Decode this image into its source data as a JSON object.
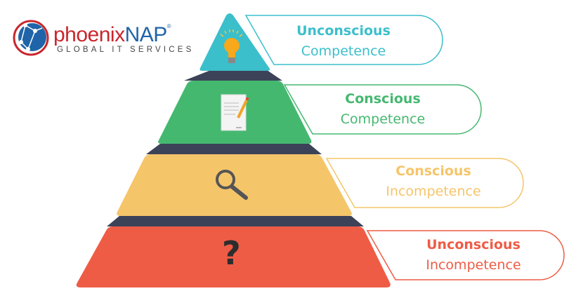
{
  "logo": {
    "name_part1": "phoenix",
    "name_part2": "NAP",
    "registered": "®",
    "tagline": "GLOBAL IT SERVICES"
  },
  "levels": [
    {
      "title": "Unconscious",
      "subtitle": "Competence",
      "icon": "lightbulb-icon",
      "color": "#3bbfcb"
    },
    {
      "title": "Conscious",
      "subtitle": "Competence",
      "icon": "document-pencil-icon",
      "color": "#45b870"
    },
    {
      "title": "Conscious",
      "subtitle": "Incompetence",
      "icon": "magnifier-icon",
      "color": "#f5c56a"
    },
    {
      "title": "Unconscious",
      "subtitle": "Incompetence",
      "icon": "question-mark-icon",
      "glyph": "?",
      "color": "#ee5c45"
    }
  ]
}
